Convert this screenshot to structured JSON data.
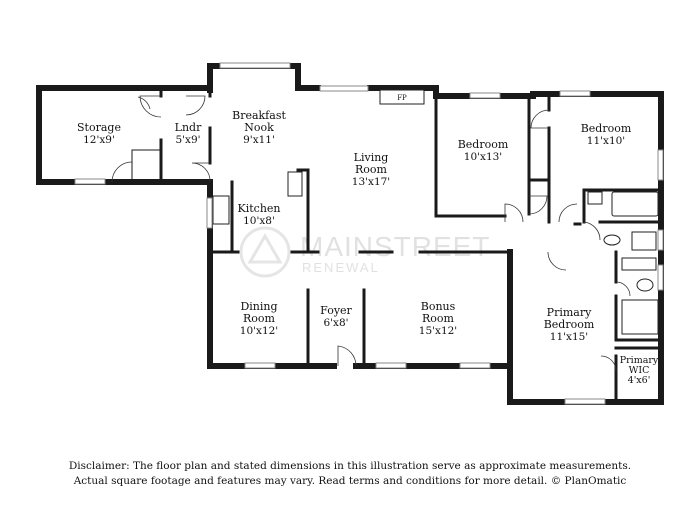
{
  "rooms": {
    "storage": {
      "name": "Storage",
      "dim": "12'x9'"
    },
    "laundry": {
      "name": "Lndr",
      "dim": "5'x9'"
    },
    "breakfast_nook": {
      "name1": "Breakfast",
      "name2": "Nook",
      "dim": "9'x11'"
    },
    "kitchen": {
      "name": "Kitchen",
      "dim": "10'x8'"
    },
    "living_room": {
      "name1": "Living",
      "name2": "Room",
      "dim": "13'x17'"
    },
    "bedroom_1": {
      "name": "Bedroom",
      "dim": "10'x13'"
    },
    "bedroom_2": {
      "name": "Bedroom",
      "dim": "11'x10'"
    },
    "dining_room": {
      "name1": "Dining",
      "name2": "Room",
      "dim": "10'x12'"
    },
    "foyer": {
      "name": "Foyer",
      "dim": "6'x8'"
    },
    "bonus_room": {
      "name1": "Bonus",
      "name2": "Room",
      "dim": "15'x12'"
    },
    "primary_bedroom": {
      "name1": "Primary",
      "name2": "Bedroom",
      "dim": "11'x15'"
    },
    "primary_wic": {
      "name1": "Primary",
      "name2": "WIC",
      "dim": "4'x6'"
    }
  },
  "fireplace_label": "FP",
  "watermark": {
    "line1": "MAINSTREET",
    "line2": "RENEWAL"
  },
  "disclaimer": {
    "line1": "Disclaimer: The floor plan and stated dimensions in this illustration serve as approximate measurements.",
    "line2": "Actual square footage and features may vary. Read terms and conditions for more detail. © PlanOmatic"
  }
}
